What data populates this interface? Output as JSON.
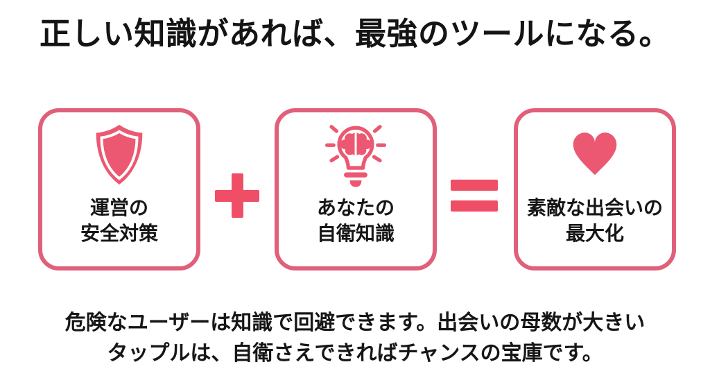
{
  "title": "正しい知識があれば、最強のツールになる。",
  "equation": {
    "items": [
      {
        "icon": "shield-icon",
        "label_line1": "運営の",
        "label_line2": "安全対策"
      },
      {
        "icon": "brain-bulb-icon",
        "label_line1": "あなたの",
        "label_line2": "自衛知識"
      },
      {
        "icon": "heart-icon",
        "label_line1": "素敵な出会いの",
        "label_line2": "最大化"
      }
    ],
    "operators": {
      "plus": "+",
      "equals": "="
    }
  },
  "footer": {
    "line1": "危険なユーザーは知識で回避できます。出会いの母数が大きい",
    "line2": "タップルは、自衛さえできればチャンスの宝庫です。"
  },
  "colors": {
    "border": "#e0607a",
    "icon": "#ec5872",
    "operator": "#f04e66",
    "text": "#161616",
    "background": "#ffffff"
  }
}
